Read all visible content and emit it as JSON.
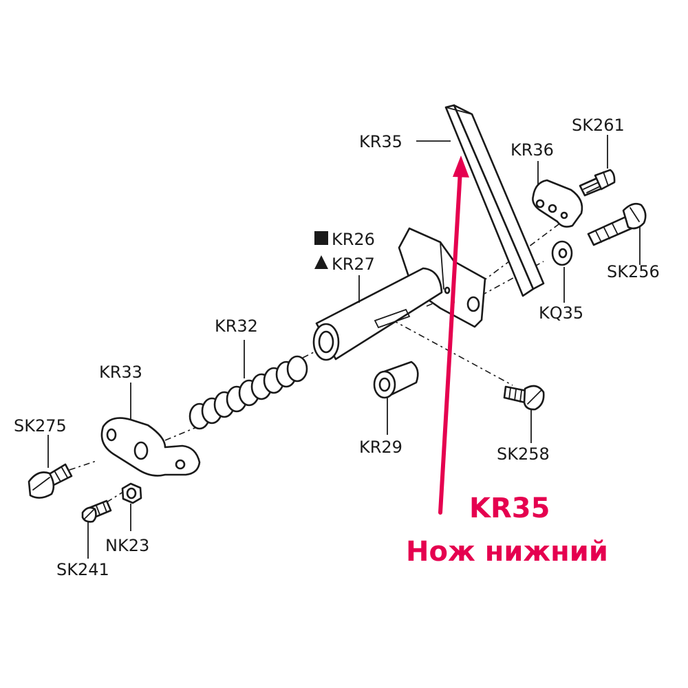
{
  "labels": {
    "kr35": "KR35",
    "sk261": "SK261",
    "kr36": "KR36",
    "kr26": "KR26",
    "kr27": "KR27",
    "sk256": "SK256",
    "kq35": "KQ35",
    "kr32": "KR32",
    "kr33": "KR33",
    "sk275": "SK275",
    "kr29": "KR29",
    "sk258": "SK258",
    "nk23": "NK23",
    "sk241": "SK241"
  },
  "callout": {
    "code": "KR35",
    "name": "Нож нижний",
    "color": "#e5004f"
  },
  "colors": {
    "line": "#1a1a1a",
    "background": "#ffffff",
    "accent": "#e5004f"
  }
}
